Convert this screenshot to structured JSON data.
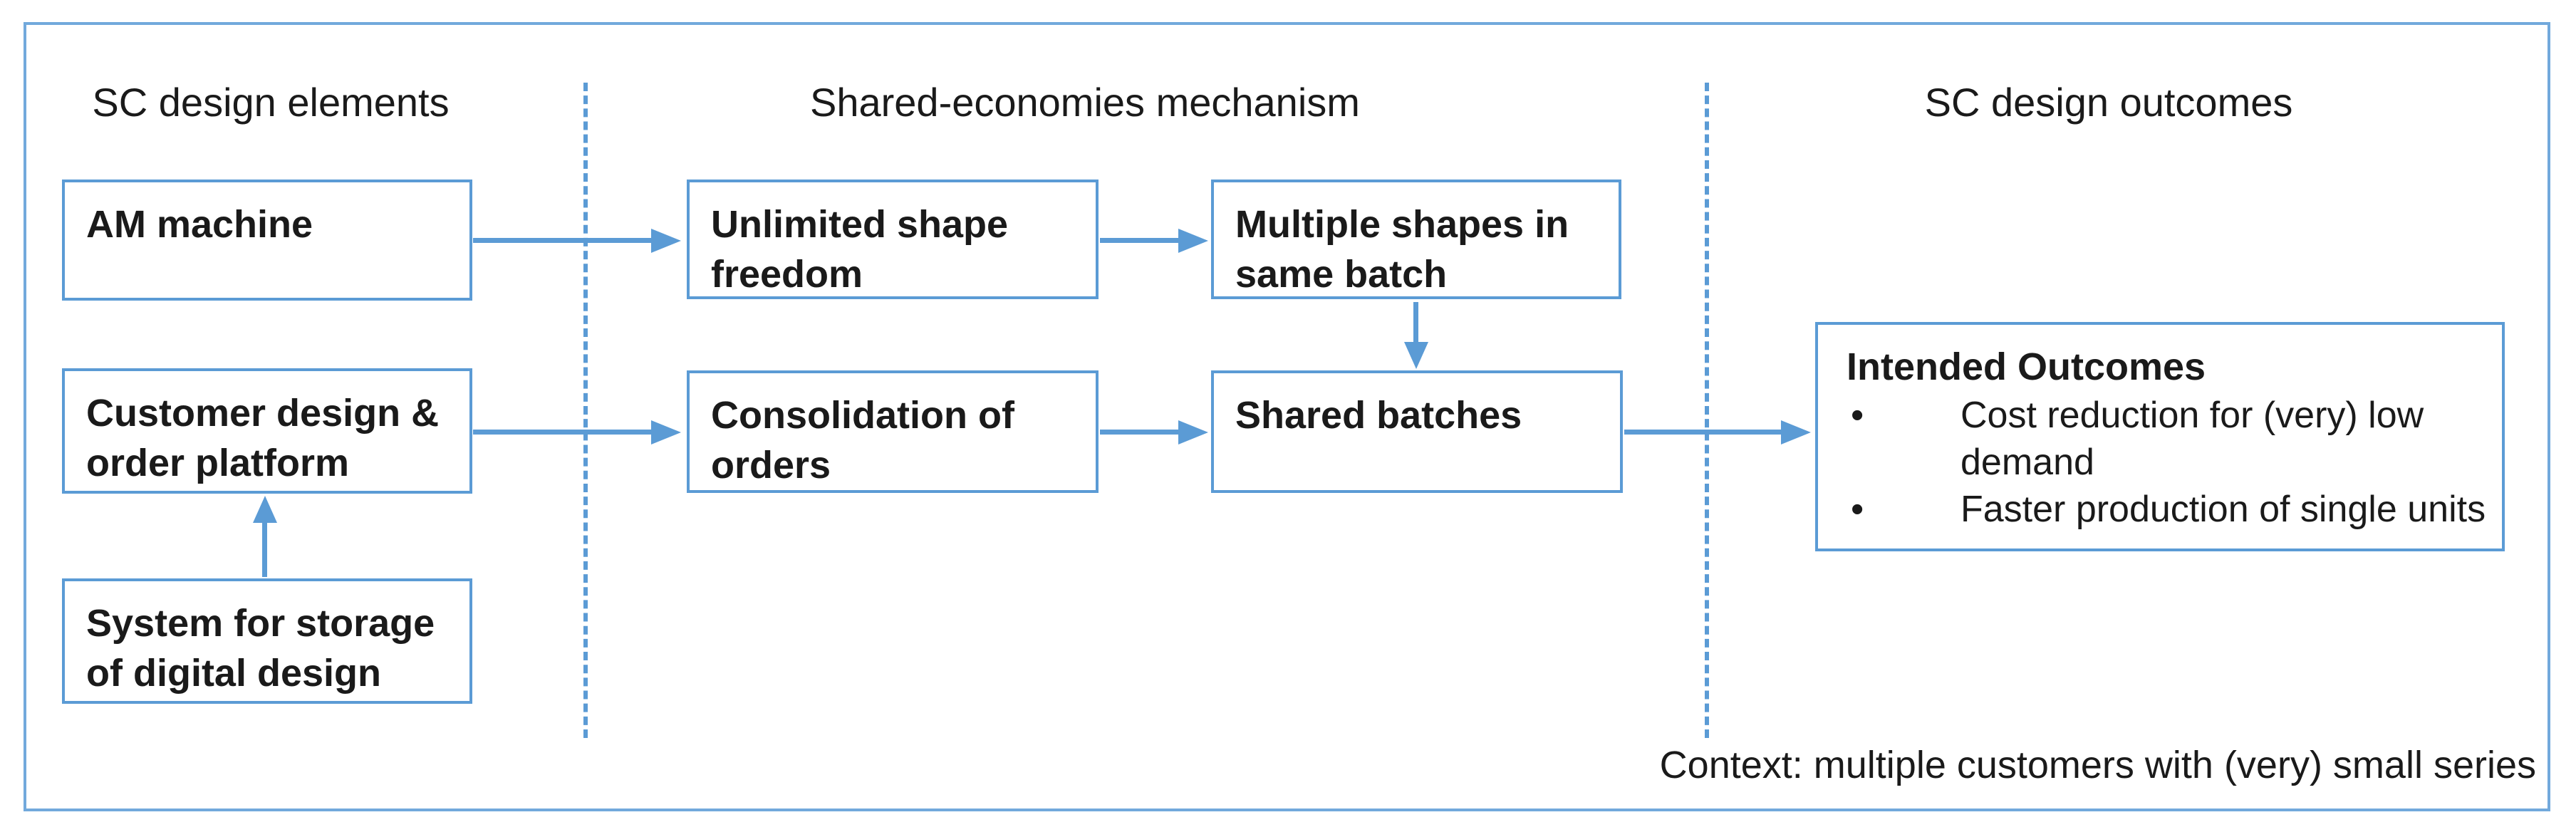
{
  "diagram": {
    "columns": [
      {
        "label": "SC design elements"
      },
      {
        "label": "Shared-economies mechanism"
      },
      {
        "label": "SC design outcomes"
      }
    ],
    "boxes": {
      "am_machine": "AM machine",
      "customer_platform": "Customer design & order platform",
      "storage_system": "System for storage of digital design",
      "unlimited_shape": "Unlimited shape freedom",
      "consolidation": "Consolidation of orders",
      "multiple_shapes": "Multiple shapes in same batch",
      "shared_batches": "Shared batches"
    },
    "outcomes": {
      "title": "Intended Outcomes",
      "bullet_glyph": "•",
      "bullets": [
        "Cost reduction for (very) low demand",
        "Faster production of single units"
      ]
    },
    "context_note": "Context: multiple customers with (very) small series",
    "colors": {
      "accent": "#5B9BD5",
      "frame": "#72A9DC",
      "text": "#1a1a1a"
    }
  }
}
